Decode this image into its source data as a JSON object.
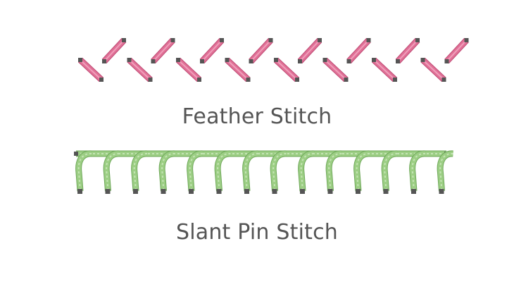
{
  "stitches": [
    {
      "id": "feather",
      "caption": "Feather Stitch",
      "color": "#e07096",
      "color_dark": "#c04d76",
      "color_light": "#f2a5c0",
      "end_color": "#555555",
      "pairs": 8
    },
    {
      "id": "slant-pin",
      "caption": "Slant Pin Stitch",
      "color": "#9cce84",
      "color_dark": "#6fa85a",
      "color_light": "#c4e4b4",
      "end_color": "#555555",
      "loops": 14
    }
  ]
}
